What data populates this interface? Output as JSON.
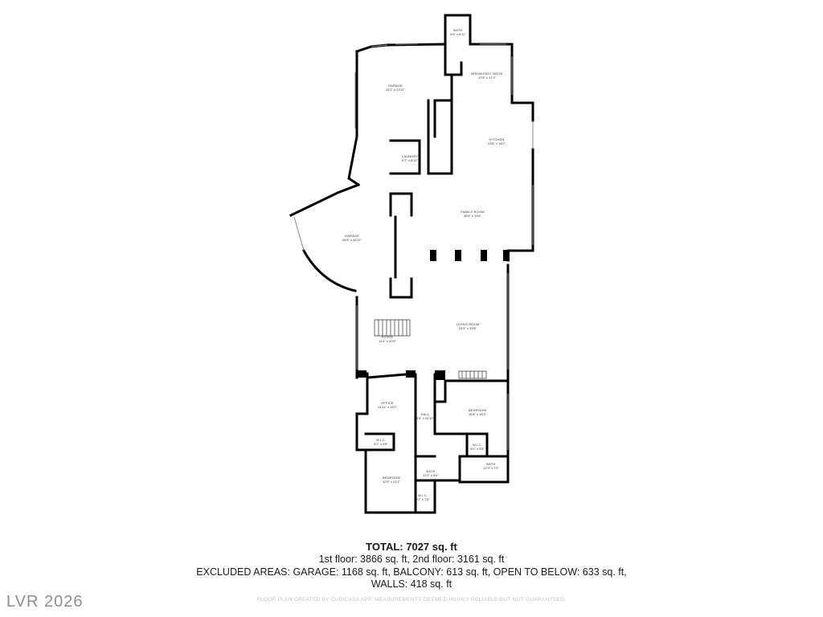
{
  "rooms": [
    {
      "id": "bath-top",
      "name": "BATH",
      "dims": "6'5\" x 6'11\""
    },
    {
      "id": "garage-north",
      "name": "GARAGE",
      "dims": "24'2\" x 23'11\""
    },
    {
      "id": "breakfast-nook",
      "name": "BREAKFAST NOOK",
      "dims": "17'6\" x 17'3\""
    },
    {
      "id": "kitchen",
      "name": "KITCHEN",
      "dims": "23'8\" x 18'2\""
    },
    {
      "id": "laundry",
      "name": "LAUNDRY",
      "dims": "6'7\" x 8'11\""
    },
    {
      "id": "family-room",
      "name": "FAMILY ROOM",
      "dims": "36'5\" x 19'6\""
    },
    {
      "id": "garage-west",
      "name": "GARAGE",
      "dims": "26'5\" x 46'11\""
    },
    {
      "id": "living-room",
      "name": "LIVING ROOM",
      "dims": "24'9\" x 33'8\""
    },
    {
      "id": "foyer",
      "name": "FOYER",
      "dims": "14'4\" x 20'5\""
    },
    {
      "id": "office",
      "name": "OFFICE",
      "dims": "14'11\" x 13'2\""
    },
    {
      "id": "hall",
      "name": "HALL",
      "dims": "4'9\" x 20'10\""
    },
    {
      "id": "bedroom-east",
      "name": "BEDROOM",
      "dims": "18'8\" x 16'3\""
    },
    {
      "id": "wic-west",
      "name": "W.I.C.",
      "dims": "8'2\" x 5'6\""
    },
    {
      "id": "wic-east",
      "name": "W.I.C.",
      "dims": "6'0\" x 5'8\""
    },
    {
      "id": "bath-east",
      "name": "BATH",
      "dims": "12'3\" x 7'0\""
    },
    {
      "id": "bath-south",
      "name": "BATH",
      "dims": "11'0\" x 6'0\""
    },
    {
      "id": "bedroom-west",
      "name": "BEDROOM",
      "dims": "12'9\" x 21'1\""
    },
    {
      "id": "wic-south",
      "name": "W.I.C.",
      "dims": "6'1\" x 7'0\""
    }
  ],
  "totals": {
    "total": "TOTAL: 7027 sq. ft",
    "floors": "1st floor: 3866 sq. ft, 2nd floor: 3161 sq. ft",
    "excluded": "EXCLUDED AREAS: GARAGE: 1168 sq. ft, BALCONY: 613 sq. ft, OPEN TO BELOW: 633 sq. ft,",
    "walls": "WALLS: 418 sq. ft"
  },
  "credit": "FLOOR PLAN CREATED BY CUBICASA APP. MEASUREMENTS DEEMED HIGHLY RELIABLE BUT NOT GUARANTEED.",
  "watermark": "LVR 2026"
}
